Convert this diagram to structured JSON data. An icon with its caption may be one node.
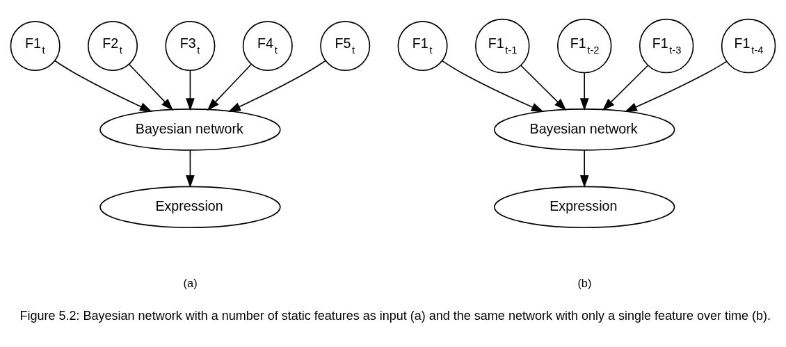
{
  "diagram": {
    "caption": "Figure 5.2: Bayesian network with a number of static features as input (a) and the same network with only a single feature over time (b).",
    "nodes": [
      {
        "text": [
          "F1$_{t}$"
        ]
      },
      {
        "text": [
          "F2$_{t}$"
        ]
      },
      {
        "text": [
          "F3$_{t}$"
        ]
      },
      {
        "text": [
          "F4$_{t}$"
        ]
      },
      {
        "text": [
          "F5$_{t}$"
        ]
      },
      {
        "text": [
          "Bayesian network"
        ]
      },
      {
        "text": [
          "Expression"
        ]
      },
      {
        "text": [
          "F1$_{t}$"
        ]
      },
      {
        "text": [
          "F1$_{t-1}$"
        ]
      },
      {
        "text": [
          "F1$_{t-2}$"
        ]
      },
      {
        "text": [
          "F1$_{t-3}$"
        ]
      },
      {
        "text": [
          "F1$_{t-4}$"
        ]
      },
      {
        "text": [
          "Bayesian network"
        ]
      },
      {
        "text": [
          "Expression"
        ]
      }
    ],
    "edges": [
      {
        "from": 0,
        "to": 5,
        "arrow": "to"
      },
      {
        "from": 1,
        "to": 5,
        "arrow": "to"
      },
      {
        "from": 2,
        "to": 5,
        "arrow": "to"
      },
      {
        "from": 3,
        "to": 5,
        "arrow": "to"
      },
      {
        "from": 4,
        "to": 5,
        "arrow": "to"
      },
      {
        "from": 5,
        "to": 6,
        "arrow": "to"
      },
      {
        "from": 7,
        "to": 12,
        "arrow": "to"
      },
      {
        "from": 8,
        "to": 12,
        "arrow": "to"
      },
      {
        "from": 9,
        "to": 12,
        "arrow": "to"
      },
      {
        "from": 10,
        "to": 12,
        "arrow": "to"
      },
      {
        "from": 11,
        "to": 12,
        "arrow": "to"
      },
      {
        "from": 12,
        "to": 13,
        "arrow": "to"
      }
    ],
    "labels": [
      "(a)",
      "(b)"
    ]
  }
}
